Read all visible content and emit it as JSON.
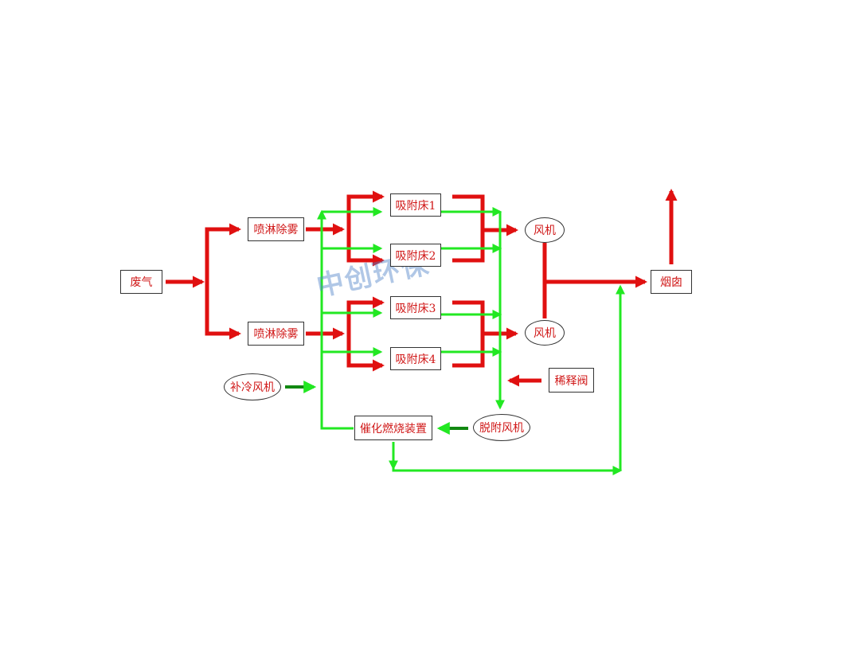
{
  "colors": {
    "gas_flow": "#e01010",
    "desorption_flow": "#22e822",
    "text": "#d01818",
    "border": "#333333"
  },
  "nodes": {
    "waste_gas": "废气",
    "spray_1": "喷淋除雾",
    "spray_2": "喷淋除雾",
    "bed_1": "吸附床1",
    "bed_2": "吸附床2",
    "bed_3": "吸附床3",
    "bed_4": "吸附床4",
    "fan_1": "风机",
    "fan_2": "风机",
    "chimney": "烟囱",
    "cool_air_fan": "补冷风机",
    "dilution_valve": "稀释阀",
    "catalytic_combustion": "催化燃烧装置",
    "desorption_fan": "脱附风机"
  },
  "watermark": "中创环保"
}
